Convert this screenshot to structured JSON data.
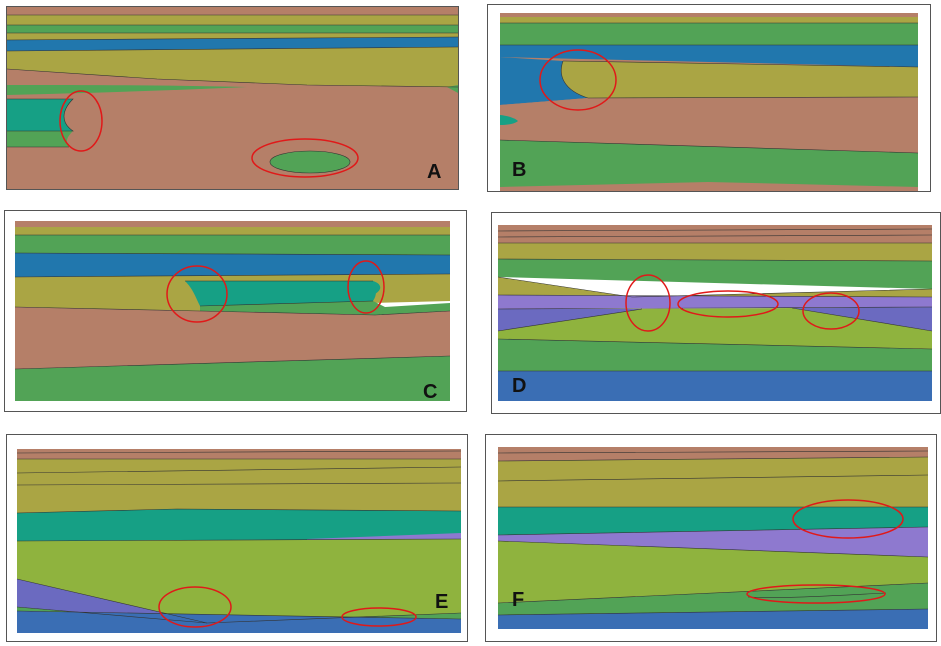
{
  "figure": {
    "panels": [
      {
        "id": "A",
        "label": "A"
      },
      {
        "id": "B",
        "label": "B"
      },
      {
        "id": "C",
        "label": "C"
      },
      {
        "id": "D",
        "label": "D"
      },
      {
        "id": "E",
        "label": "E"
      },
      {
        "id": "F",
        "label": "F"
      }
    ]
  },
  "colors": {
    "brown": "#b57f68",
    "green": "#52a356",
    "olive": "#aaa544",
    "blue": "#2177ad",
    "teal": "#16a085",
    "lime": "#8fb33e",
    "purple": "#8e79cf",
    "royal": "#3a6eb4",
    "violet": "#6b6ac0",
    "annotation": "#e01919"
  }
}
